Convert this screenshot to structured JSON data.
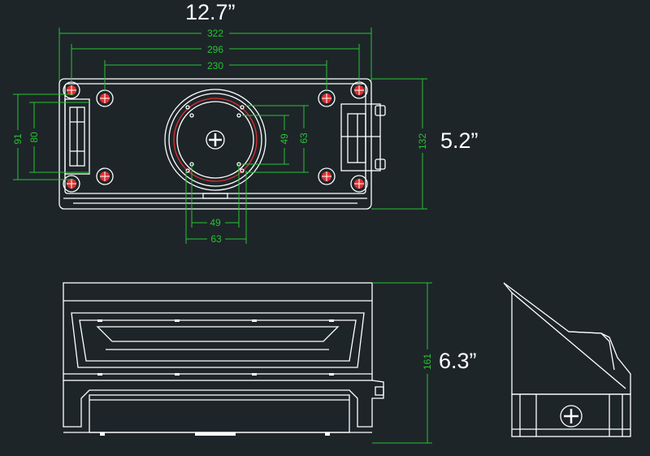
{
  "labels": {
    "width_in": "12.7”",
    "height_in": "5.2”",
    "depth_in": "6.3”"
  },
  "dimensions": {
    "overall_width": "322",
    "outer_hole_span": "296",
    "inner_hole_span": "230",
    "left_height_outer": "91",
    "left_height_inner": "80",
    "pattern_height_outer": "63",
    "pattern_height_inner": "49",
    "overall_height": "132",
    "pattern_width_inner": "49",
    "pattern_width_outer": "63",
    "front_height": "161"
  },
  "colors": {
    "background": "#1d2529",
    "outline": "#ffffff",
    "dimension": "#27c331",
    "mount_circle": "#e03030"
  }
}
